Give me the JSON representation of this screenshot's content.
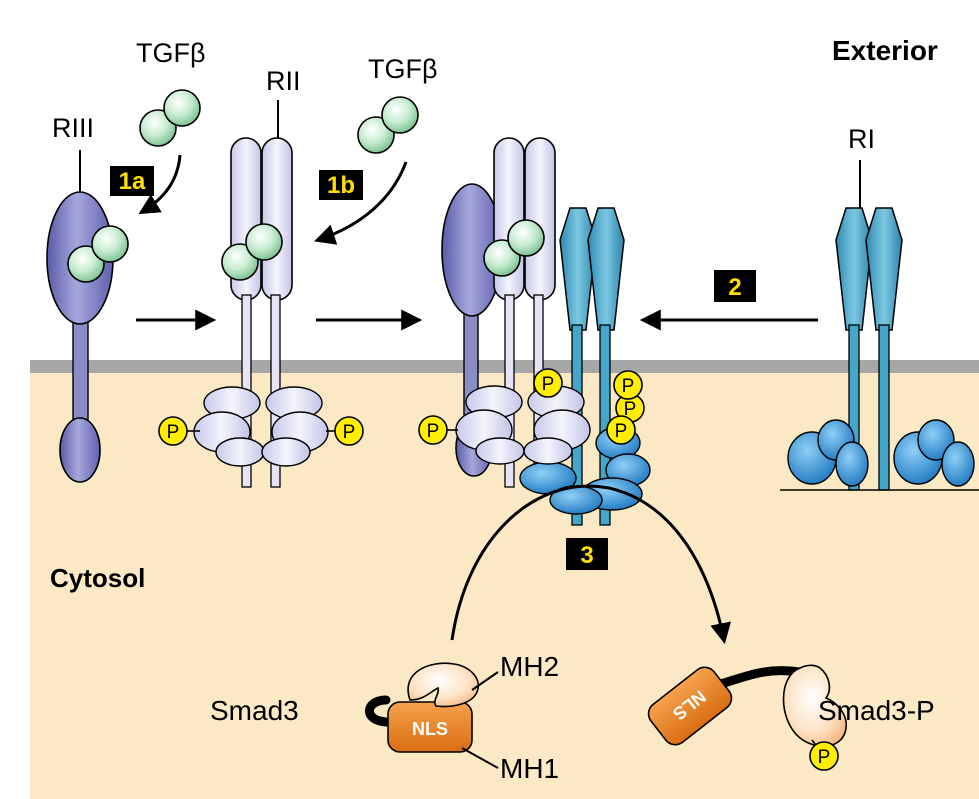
{
  "regions": {
    "exterior": "Exterior",
    "cytosol": "Cytosol"
  },
  "labels": {
    "tgfb_1": "TGFβ",
    "tgfb_2": "TGFβ",
    "riii": "RIII",
    "rii": "RII",
    "ri": "RI",
    "smad3": "Smad3",
    "smad3p": "Smad3-P",
    "mh2": "MH2",
    "mh1": "MH1",
    "nls_1": "NLS",
    "nls_2": "NLS",
    "phospho": "P"
  },
  "steps": {
    "s1a": "1a",
    "s1b": "1b",
    "s2": "2",
    "s3": "3"
  },
  "colors": {
    "cytosol": "#fbe9c6",
    "membrane": "#a7a7a7",
    "riii": "#7d7fc0",
    "rii": "#e4e4f6",
    "ri": "#44a6c8",
    "ri_kinase": "#2f8fd6",
    "tgfb": "#bfe8c8",
    "phosphate": "#ffee00",
    "smad": "#fbd2a8",
    "nls": "#ef8a2a",
    "step_box": "#000000",
    "step_text": "#ffde00"
  }
}
